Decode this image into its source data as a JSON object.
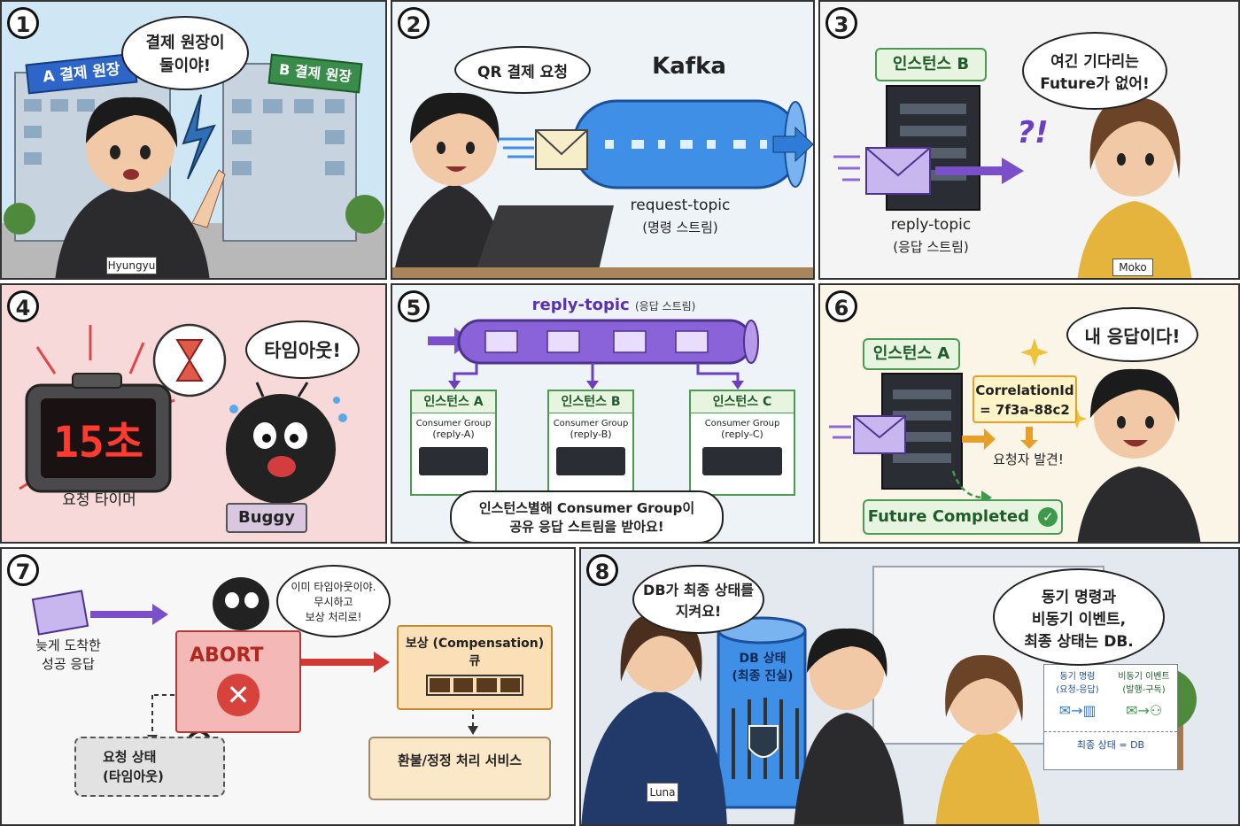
{
  "p1": {
    "num": "1",
    "bubble": "결제 원장이\n둘이야!",
    "sign_a": "A 결제 원장",
    "sign_b": "B 결제 원장",
    "tag": "Hyungyu"
  },
  "p2": {
    "num": "2",
    "bubble": "QR 결제 요청",
    "title": "Kafka",
    "topic": "request-topic",
    "topic_sub": "(명령 스트림)"
  },
  "p3": {
    "num": "3",
    "label": "인스턴스 B",
    "mark": "?!",
    "topic": "reply-topic",
    "topic_sub": "(응답 스트림)",
    "bubble": "여긴 기다리는\nFuture가 없어!",
    "tag": "Moko"
  },
  "p4": {
    "num": "4",
    "timer": "15초",
    "timer_label": "요청 타이머",
    "bubble": "타임아웃!",
    "tag": "Buggy"
  },
  "p5": {
    "num": "5",
    "title": "reply-topic",
    "title_sub": "(응답 스트림)",
    "instances": [
      {
        "name": "인스턴스 A",
        "group": "Consumer Group",
        "id": "(reply-A)"
      },
      {
        "name": "인스턴스 B",
        "group": "Consumer Group",
        "id": "(reply-B)"
      },
      {
        "name": "인스턴스 C",
        "group": "Consumer Group",
        "id": "(reply-C)"
      }
    ],
    "bubble": "인스턴스별해 Consumer Group이\n공유 응답 스트림을 받아요!"
  },
  "p6": {
    "num": "6",
    "label": "인스턴스 A",
    "correlation": "CorrelationId\n= 7f3a-88c2",
    "found": "요청자 발견!",
    "bubble": "내 응답이다!",
    "completed": "Future Completed"
  },
  "p7": {
    "num": "7",
    "late": "늦게 도착한\n성공 응답",
    "bubble": "이미 타임아웃이야.\n무시하고\n보상 처리로!",
    "abort": "ABORT",
    "queue": "보상 (Compensation)\n큐",
    "state": "요청 상태\n(타임아웃)",
    "service": "환불/정정 처리 서비스"
  },
  "p8": {
    "num": "8",
    "bubble_left": "DB가 최종 상태를\n지켜요!",
    "db": "DB 상태\n(최종 진실)",
    "bubble_right": "동기 명령과\n비동기 이벤트,\n최종 상태는 DB.",
    "board_left": "동기 명령\n(요청-응답)",
    "board_right": "비동기 이벤트\n(발행-구독)",
    "board_bottom": "최종 상태 = DB",
    "tag": "Luna"
  },
  "colors": {
    "kafka_blue": "#2f7bd8",
    "reply_purple": "#7a4fc9",
    "green": "#4c9a52",
    "abort_red": "#d7423c",
    "pink_bg": "#f6d9d8",
    "cream_bg": "#fbf5e8"
  }
}
